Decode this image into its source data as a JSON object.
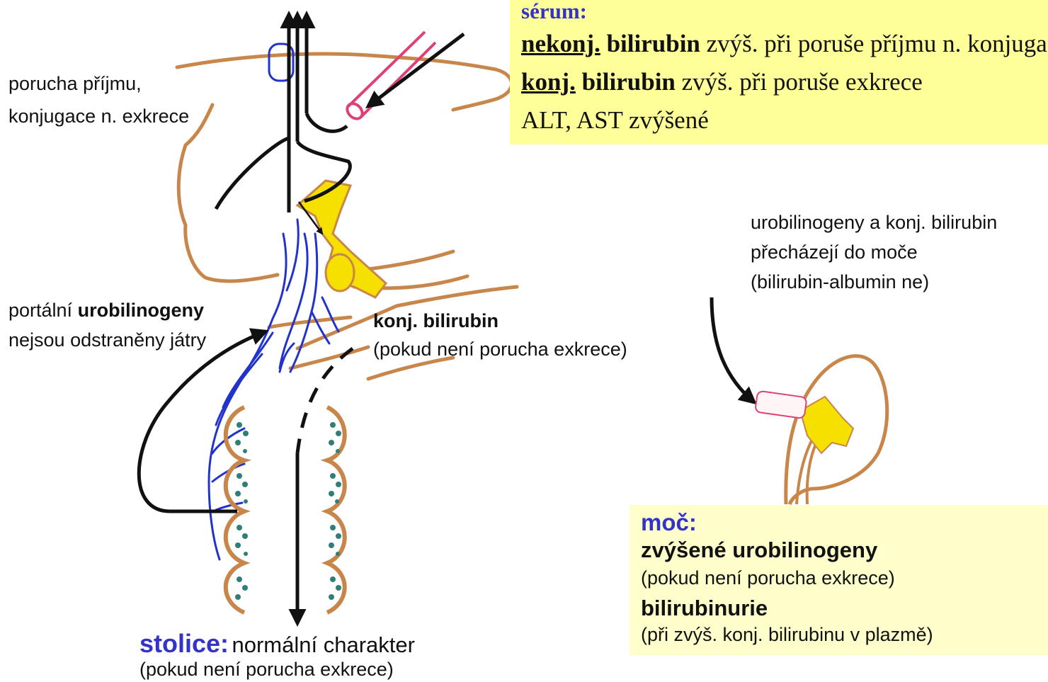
{
  "serum": {
    "title": "sérum:",
    "line1_label": "nekonj.",
    "line1_bold": "bilirubin",
    "line1_rest": "zvýš. při poruše příjmu n. konjugace",
    "line2_label": "konj.",
    "line2_bold": "bilirubin",
    "line2_rest": "zvýš. při poruše exkrece",
    "line3": "ALT, AST zvýšené"
  },
  "liver_label": {
    "line1": "porucha příjmu,",
    "line2": "konjugace n. exkrece"
  },
  "portal_label": {
    "prefix": "portální",
    "bold": "urobilinogeny",
    "line2": "nejsou odstraněny játry"
  },
  "bile_label": {
    "bold": "konj. bilirubin",
    "line2": "(pokud není porucha exkrece)"
  },
  "kidney_label": {
    "line1": "urobilinogeny a konj. bilirubin",
    "line2": "přecházejí do moče",
    "line3": "(bilirubin-albumin ne)"
  },
  "moc": {
    "title": "moč:",
    "line1": "zvýšené urobilinogeny",
    "line2": "(pokud není porucha exkrece)",
    "line3": "bilirubinurie",
    "line4": "(při zvýš. konj. bilirubinu v plazmě)"
  },
  "stolice": {
    "title": "stolice:",
    "text": "normální charakter",
    "line2": "(pokud není porucha exkrece)"
  },
  "colors": {
    "accent_blue": "#3333cc",
    "serum_bg": "#ffff99",
    "moc_bg": "#ffffcc",
    "liver_outline": "#c8864a",
    "vein_blue": "#2233cc",
    "bile_yellow": "#f5e000",
    "vessel_pink": "#e0407a",
    "gut_dots": "#2e7f78"
  }
}
